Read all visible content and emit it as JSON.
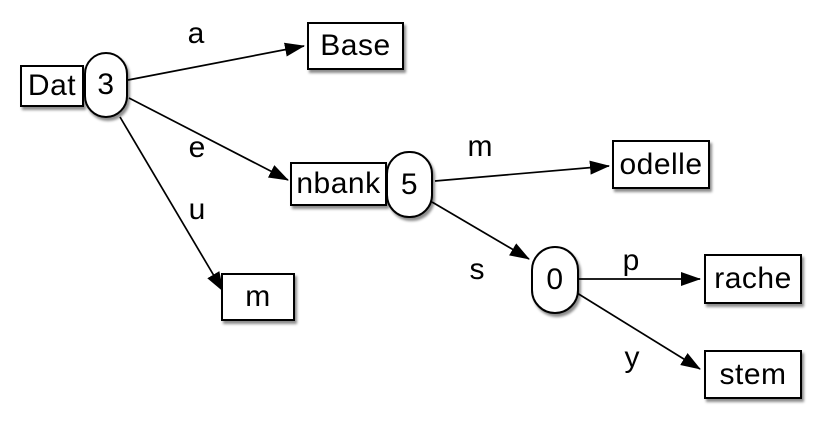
{
  "diagram": {
    "type": "radix-trie",
    "colors": {
      "bg": "#ffffff",
      "stroke": "#000000",
      "node-fill": "#ffffff",
      "text": "#000000"
    },
    "nodes": {
      "root_prefix": "Dat",
      "root_count": "3",
      "base_label": "Base",
      "nbank_label": "nbank",
      "nbank_count": "5",
      "m_label": "m",
      "odelle_label": "odelle",
      "zero_count": "0",
      "rache_label": "rache",
      "stem_label": "stem"
    },
    "edge_labels": {
      "a": "a",
      "e": "e",
      "u": "u",
      "m": "m",
      "s": "s",
      "p": "p",
      "y": "y"
    }
  }
}
